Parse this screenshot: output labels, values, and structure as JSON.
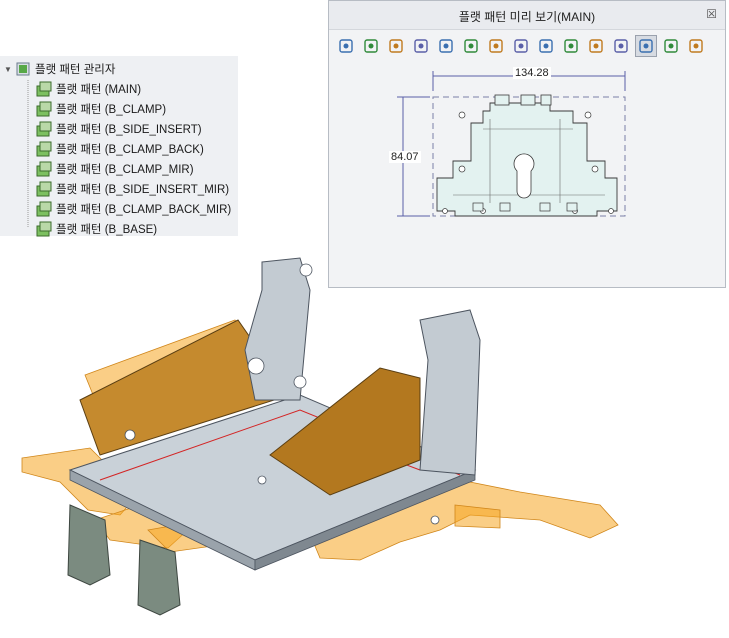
{
  "tree": {
    "root": {
      "label": "플랫 패턴 관리자"
    },
    "items": [
      {
        "label": "플랫 패턴 (MAIN)"
      },
      {
        "label": "플랫 패턴 (B_CLAMP)"
      },
      {
        "label": "플랫 패턴 (B_SIDE_INSERT)"
      },
      {
        "label": "플랫 패턴 (B_CLAMP_BACK)"
      },
      {
        "label": "플랫 패턴 (B_CLAMP_MIR)"
      },
      {
        "label": "플랫 패턴 (B_SIDE_INSERT_MIR)"
      },
      {
        "label": "플랫 패턴 (B_CLAMP_BACK_MIR)"
      },
      {
        "label": "플랫 패턴 (B_BASE)"
      }
    ]
  },
  "preview": {
    "title": "플랫 패턴 미리 보기(MAIN)",
    "close_icon": "close-icon",
    "toolbar": [
      "zoom-fit-icon",
      "zoom-in-icon",
      "zoom-out-icon",
      "view-orient-icon",
      "refit-icon",
      "rotate-icon",
      "shaded-view-icon",
      "datum-points-icon",
      "connect-icon",
      "layers-icon",
      "export-icon",
      "flat-pattern-icon",
      "dimension-icon",
      "copy-icon",
      "paste-icon"
    ],
    "dim_width": "134.28",
    "dim_height": "84.07"
  },
  "colors": {
    "sheet_gray": "#b9c3cc",
    "sheet_orange": "#f5a623",
    "dim_line": "#5a5fa8"
  }
}
